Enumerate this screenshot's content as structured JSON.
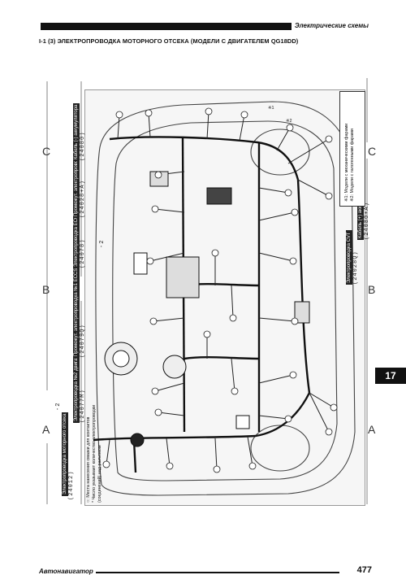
{
  "header": {
    "section": "Электрические схемы"
  },
  "page_title": "I-1 (3) ЭЛЕКТРОПРОВОДКА МОТОРНОГО ОТСЕКА (МОДЕЛИ С ДВИГАТЕЛЕМ QG18DD)",
  "chapter": "17",
  "footer": {
    "publisher": "Автонавигатор",
    "page_number": "477"
  },
  "axis": {
    "a": "A",
    "b": "B",
    "c": "C"
  },
  "labels": {
    "l1_box": "Электропроводка моторного отсека",
    "l1_code": "(24012)",
    "l2_box": "Электропроводка №2 двигателя",
    "l2_code": "(24077M)",
    "l2_num": "-2",
    "l3_box": "Промежут. электропроводка №1 ECCS",
    "l3_code": "(24079Q)",
    "l4_box": "Электропроводка ECCS",
    "l4_code": "(24078)",
    "l4_num": "-2",
    "l5_box": "Промежут. электропроводка №2 ECCS",
    "l5_code": "(24028+A)",
    "l6_box": "Кабель (-) аккумулятора",
    "l6_code": "(24080)",
    "l7_box": "Электропроводка CVT",
    "l7_code": "(24028Q)",
    "l8_box": "Кабель (+) аккумулятора",
    "l8_code": "(24080+A)"
  },
  "legend_left": [
    "○: Места нанесения смазки для контактов",
    "* Число указывает количество электропроводки",
    "(соединений) над разъемом"
  ],
  "legend_right": [
    "※1: Модели с механическими фарами",
    "※2: Модели с галогенными фарами"
  ],
  "legend_marks": {
    "m1": "※1",
    "m2": "※2"
  }
}
